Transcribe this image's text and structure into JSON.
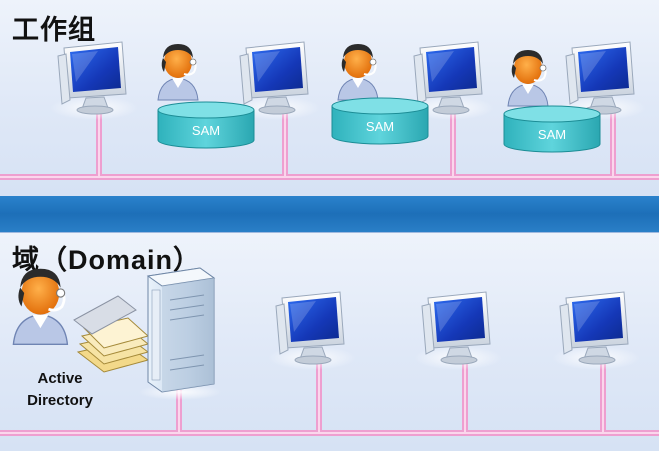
{
  "workgroup": {
    "title": "工作组",
    "sam_labels": [
      "SAM",
      "SAM",
      "SAM"
    ]
  },
  "domain": {
    "title": "域（Domain）",
    "active_directory_line1": "Active",
    "active_directory_line2": "Directory"
  },
  "colors": {
    "network_cable": "#ee9fd0",
    "network_cable_core": "#fbd6ec",
    "sam_cylinder": "#40c3cd",
    "monitor_screen": "#1f4fcf",
    "band": "#1d6fb8"
  },
  "icons": [
    "computer-icon",
    "user-icon",
    "sam-database-icon",
    "server-icon",
    "directory-documents-icon"
  ]
}
